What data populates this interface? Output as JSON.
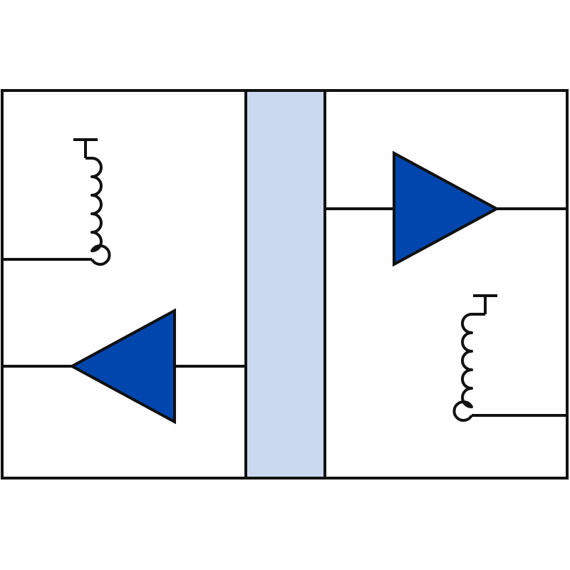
{
  "diagram": {
    "colors": {
      "background": "#ffffff",
      "stroke": "#111111",
      "amplifier_fill": "#0046ad",
      "center_bar_fill": "#cad9f0"
    },
    "components": [
      {
        "id": "left-inductor",
        "kind": "inductor-icon"
      },
      {
        "id": "left-amplifier",
        "kind": "amplifier-triangle-icon",
        "direction": "left"
      },
      {
        "id": "center-bar",
        "kind": "isolation-barrier"
      },
      {
        "id": "right-amplifier",
        "kind": "amplifier-triangle-icon",
        "direction": "right"
      },
      {
        "id": "right-inductor",
        "kind": "inductor-icon"
      }
    ]
  }
}
